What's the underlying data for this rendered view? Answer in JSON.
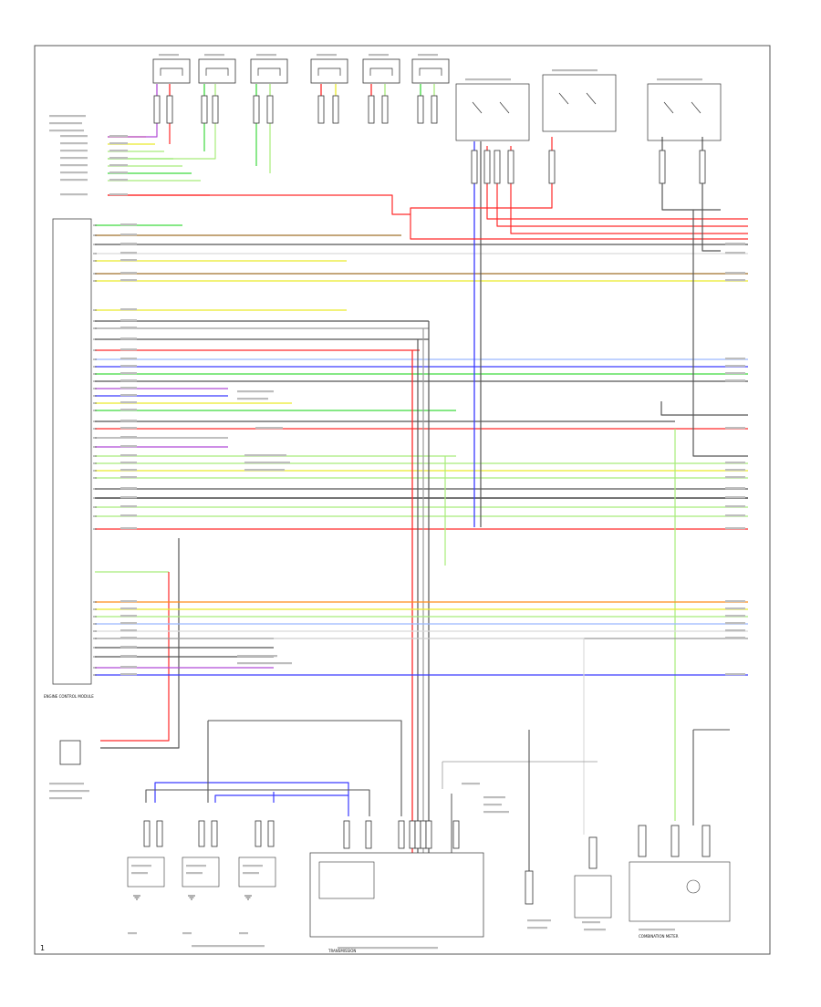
{
  "diagram": {
    "page_number": "1",
    "wire_colors": {
      "red": "#ff2a2a",
      "orange": "#ff8c1a",
      "yellow": "#e9e92a",
      "green": "#3fd93f",
      "ltgreen": "#a8ec7a",
      "blue": "#3a3aff",
      "ltblue": "#9ab8ff",
      "purple": "#b04bd6",
      "gray": "#9a9a9a",
      "dkgray": "#555555",
      "brown": "#a0702a",
      "black": "#222222",
      "white": "#d9d9d9"
    },
    "components": {
      "ecm": "ENGINE CONTROL MODULE",
      "transmission": "TRANSMISSION",
      "meter": "COMBINATION METER"
    }
  }
}
